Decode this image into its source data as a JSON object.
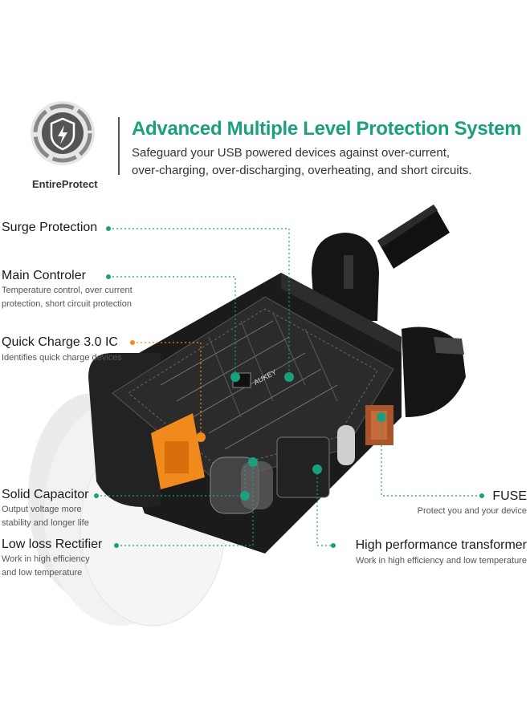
{
  "header": {
    "title": "Advanced Multiple Level Protection System",
    "subtitle_line1": "Safeguard your USB powered devices against over-current,",
    "subtitle_line2": "over-charging, over-discharging, overheating, and short circuits.",
    "badge_label": "EntireProtect",
    "badge_icon": "shield-lightning-icon"
  },
  "callouts": {
    "surge": {
      "label": "Surge Protection"
    },
    "main": {
      "label": "Main Controler",
      "desc1": "Temperature control, over current",
      "desc2": "protection, short circuit protection"
    },
    "qc": {
      "label": "Quick Charge 3.0 IC",
      "desc1": "Identifies quick charge devices"
    },
    "cap": {
      "label": "Solid Capacitor",
      "desc1": "Output voltage more",
      "desc2": "stability and longer life"
    },
    "rect": {
      "label": "Low loss  Rectifier",
      "desc1": "Work in high efficiency",
      "desc2": "and low temperature"
    },
    "fuse": {
      "label": "FUSE",
      "desc1": "Protect you and your device"
    },
    "transformer": {
      "label": "High performance transformer",
      "desc1": "Work in high efficiency and low temperature"
    }
  },
  "product_marking": "AUKEY",
  "colors": {
    "accent": "#1aa07d",
    "orange": "#f08a1c",
    "dark": "#1b1b1b"
  }
}
